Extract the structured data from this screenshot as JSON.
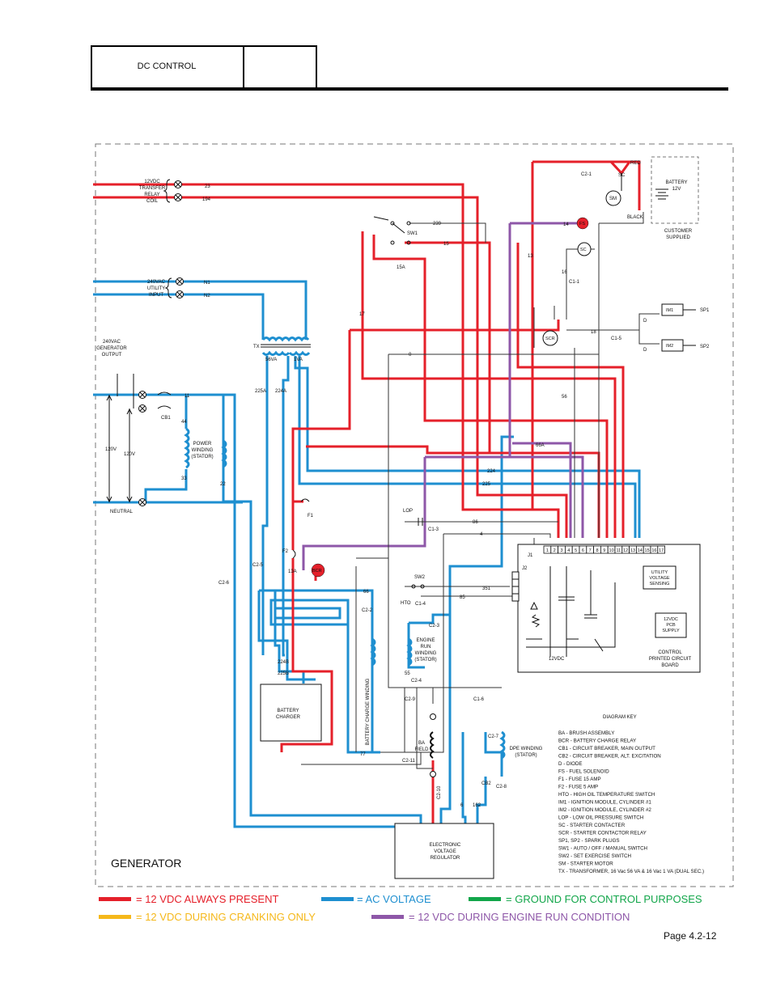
{
  "header": {
    "title": "DC CONTROL"
  },
  "diagram": {
    "section_label": "GENERATOR",
    "labels": {
      "transfer_relay": [
        "12VDC",
        "TRANSFER",
        "RELAY",
        "COIL"
      ],
      "utility_input": [
        "240VAC",
        "UTILITY",
        "INPUT"
      ],
      "generator_output": [
        "240VAC",
        "GENERATOR",
        "OUTPUT"
      ],
      "power_winding": [
        "POWER",
        "WINDING",
        "(STATOR)"
      ],
      "battery": [
        "BATTERY",
        "12V"
      ],
      "customer_supplied": [
        "CUSTOMER",
        "SUPPLIED"
      ],
      "battery_charger": [
        "BATTERY",
        "CHARGER"
      ],
      "battery_charge_winding": "BATTERY CHARGE WINDING",
      "engine_run_winding": [
        "ENGINE",
        "RUN",
        "WINDING",
        "(STATOR)"
      ],
      "ba_field": [
        "BA",
        "FIELD"
      ],
      "dpe_winding": [
        "DPE WINDING",
        "(STATOR)"
      ],
      "evr": [
        "ELECTRONIC",
        "VOLTAGE",
        "REGULATOR"
      ],
      "utility_voltage_sensing": [
        "UTILITY",
        "VOLTAGE",
        "SENSING"
      ],
      "pcb_supply": [
        "12VDC",
        "PCB",
        "SUPPLY"
      ],
      "control_board": [
        "CONTROL",
        "PRINTED CIRCUIT",
        "BOARD"
      ],
      "neutral": "NEUTRAL",
      "v120a": "120V",
      "v120b": "120V"
    },
    "key_title": "DIAGRAM KEY",
    "key_items": [
      "BA - BRUSH ASSEMBLY",
      "BCR - BATTERY CHARGE RELAY",
      "CB1 - CIRCUIT BREAKER, MAIN OUTPUT",
      "CB2 - CIRCUIT BREAKER, ALT. EXCITATION",
      "D - DIODE",
      "FS - FUEL SOLENOID",
      "F1 - FUSE 15 AMP",
      "F2 - FUSE 5 AMP",
      "HTO - HIGH OIL TEMPERATURE SWITCH",
      "IM1 - IGNITION MODULE, CYLINDER #1",
      "IM2 - IGNITION MODULE, CYLINDER #2",
      "LOP - LOW OIL PRESSURE SWITCH",
      "SC - STARTER CONTACTER",
      "SCR - STARTER CONTACTOR RELAY",
      "SP1, SP2 - SPARK PLUGS",
      "SW1 - AUTO / OFF / MANUAL SWITCH",
      "SW2 - SET EXERCISE SWITCH",
      "SM - STARTER MOTOR",
      "TX - TRANSFORMER, 16 Vac 56 VA & 16 Vac 1 VA (DUAL SEC.)"
    ],
    "wire_labels": {
      "w23": "23",
      "w194": "194",
      "wN1": "N1",
      "wN2": "N2",
      "w239": "239",
      "w15": "15",
      "w15A": "15A",
      "w13": "13",
      "w14": "14",
      "w17": "17",
      "w16": "16",
      "w0": "0",
      "w18": "18",
      "w56": "56",
      "w225": "225",
      "w224": "224",
      "w225A": "225A",
      "w224A": "224A",
      "w224B": "224B",
      "w225B": "225B",
      "w66A": "66A",
      "w66": "66",
      "w77": "77",
      "w55": "55",
      "w11": "11",
      "w22": "22",
      "w33": "33",
      "w44": "44",
      "w86": "86",
      "w4": "4",
      "w351": "351",
      "w85": "85",
      "w13A": "13A",
      "w6": "6",
      "w162": "162",
      "wRED": "RED",
      "wBLACK": "BLACK",
      "w56VA": "56VA",
      "w1VA": "1VA",
      "w12VDC": "12VDC"
    },
    "component_labels": {
      "SC": "SC",
      "SM": "SM",
      "FS": "FS",
      "SCR": "SCR",
      "SW1": "SW1",
      "SW2": "SW2",
      "TX": "TX",
      "CB1": "CB1",
      "CB2": "CB2",
      "F1": "F1",
      "F2": "F2",
      "BCR": "BCR",
      "LOP": "LOP",
      "HTO": "HTO",
      "IM1": "IM1",
      "IM2": "IM2",
      "SP1": "SP1",
      "SP2": "SP2",
      "J1": "J1",
      "J2": "J2",
      "D": "D",
      "C21": "C2-1",
      "C15": "C1-5",
      "C11": "C1-1",
      "C13": "C1-3",
      "C14": "C1-4",
      "C16": "C1-6",
      "C25": "C2-5",
      "C26": "C2-6",
      "C22": "C2-2",
      "C23": "C2-3",
      "C24": "C2-4",
      "C29": "C2-9",
      "C211": "C2-11",
      "C27": "C2-7",
      "C28": "C2-8",
      "C210": "C2-10"
    },
    "pins": [
      "1",
      "2",
      "3",
      "4",
      "5",
      "6",
      "7",
      "8",
      "9",
      "10",
      "11",
      "12",
      "13",
      "14",
      "15",
      "16",
      "17"
    ]
  },
  "legend": [
    {
      "label": "= 12 VDC ALWAYS PRESENT",
      "color": "#e5202a"
    },
    {
      "label": "= AC VOLTAGE",
      "color": "#1e8fd0"
    },
    {
      "label": "= GROUND FOR CONTROL PURPOSES",
      "color": "#12a64a"
    },
    {
      "label": "= 12 VDC DURING CRANKING ONLY",
      "color": "#f5b81a"
    },
    {
      "label": "= 12 VDC DURING ENGINE RUN CONDITION",
      "color": "#8e57a8"
    }
  ],
  "page": "Page 4.2-12"
}
